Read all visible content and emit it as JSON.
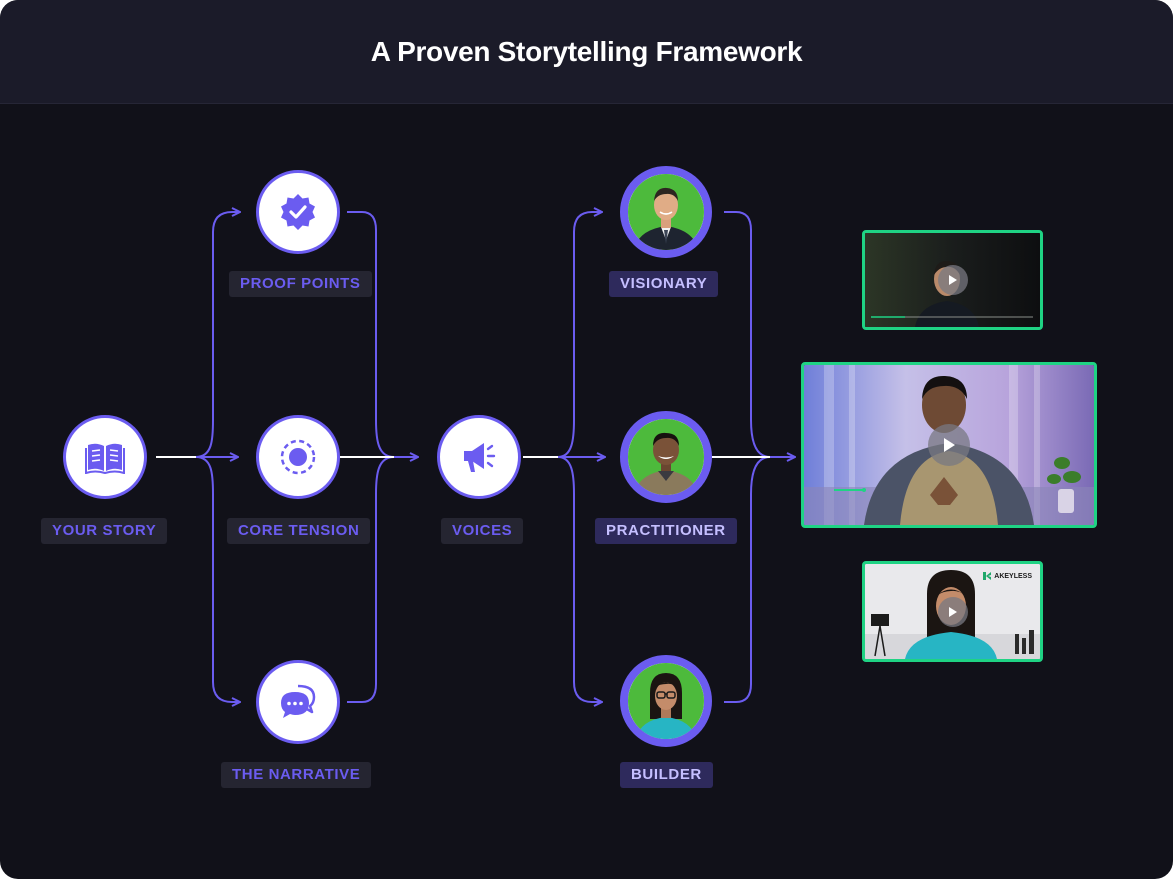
{
  "header": {
    "title": "A Proven Storytelling Framework"
  },
  "colors": {
    "accent": "#6b5cf0",
    "background": "#111119",
    "header": "#1b1b29",
    "video_border": "#1fd384",
    "connector_white": "#ffffff"
  },
  "framework": {
    "start": {
      "label": "YOUR STORY",
      "icon": "book-icon"
    },
    "pillars": [
      {
        "label": "PROOF POINTS",
        "icon": "verified-badge-icon"
      },
      {
        "label": "CORE TENSION",
        "icon": "target-icon"
      },
      {
        "label": "THE NARRATIVE",
        "icon": "chat-bubbles-icon"
      }
    ],
    "voices": {
      "label": "VOICES",
      "icon": "megaphone-icon"
    },
    "personas": [
      {
        "label": "VISIONARY",
        "icon": "visionary-avatar"
      },
      {
        "label": "PRACTITIONER",
        "icon": "practitioner-avatar"
      },
      {
        "label": "BUILDER",
        "icon": "builder-avatar"
      }
    ]
  },
  "videos": [
    {
      "name": "visionary-video",
      "icon": "play-icon"
    },
    {
      "name": "practitioner-video",
      "icon": "play-icon"
    },
    {
      "name": "builder-video",
      "icon": "play-icon",
      "brand": "AKEYLESS"
    }
  ]
}
